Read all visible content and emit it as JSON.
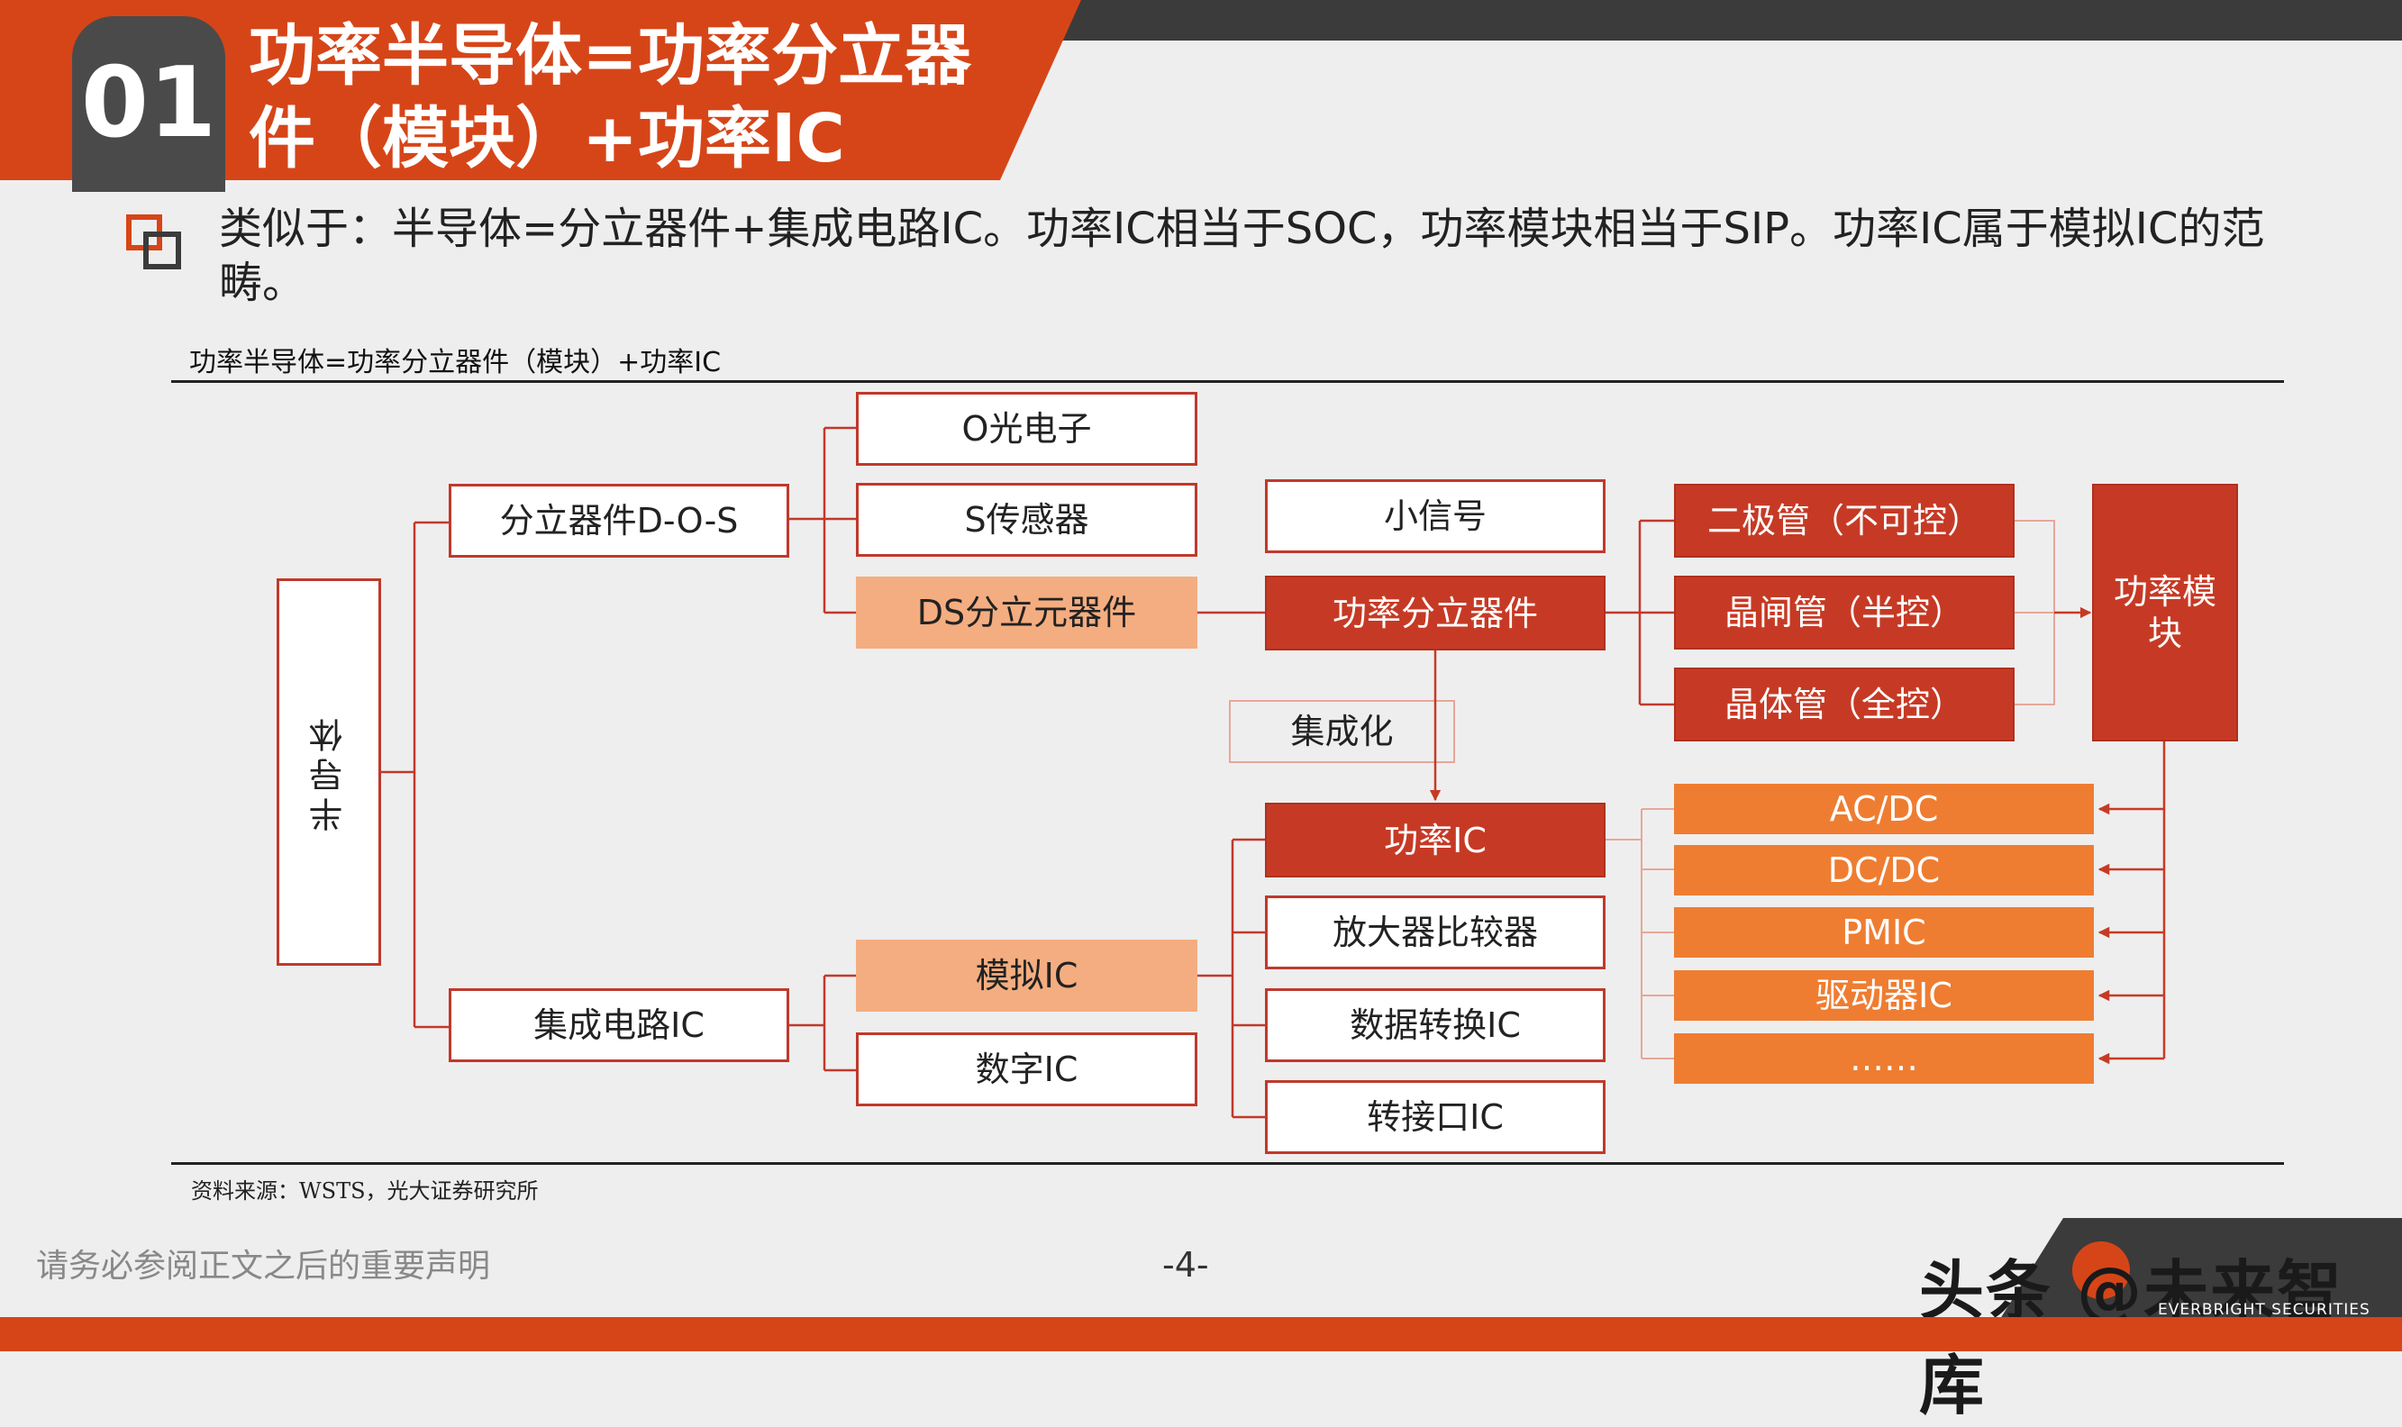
{
  "header": {
    "number": "01",
    "title_line1": "功率半导体=功率分立器",
    "title_line2": "件（模块）+功率IC"
  },
  "bullet": {
    "text": "类似于：半导体=分立器件+集成电路IC。功率IC相当于SOC，功率模块相当于SIP。功率IC属于模拟IC的范畴。"
  },
  "figure": {
    "caption": "功率半导体=功率分立器件（模块）+功率IC",
    "source": "资料来源：WSTS，光大证券研究所"
  },
  "diagram": {
    "root": "半导体",
    "discrete": "分立器件D-O-S",
    "ic": "集成电路IC",
    "optoelectronic": "O光电子",
    "sensor": "S传感器",
    "ds_discrete": "DS分立元器件",
    "small_signal": "小信号",
    "power_discrete": "功率分立器件",
    "integration": "集成化",
    "power_ic": "功率IC",
    "analog_ic": "模拟IC",
    "digital_ic": "数字IC",
    "amplifier": "放大器比较器",
    "data_converter": "数据转换IC",
    "interface_ic": "转接口IC",
    "diode": "二极管（不可控）",
    "thyristor": "晶闸管（半控）",
    "transistor": "晶体管（全控）",
    "power_module": "功率模块",
    "acdc": "AC/DC",
    "dcdc": "DC/DC",
    "pmic": "PMIC",
    "driver_ic": "驱动器IC",
    "more": "……"
  },
  "footer": {
    "disclaimer": "请务必参阅正文之后的重要声明",
    "page": "-4-",
    "watermark": "头条 @未来智库",
    "brand": "EVERBRIGHT SECURITIES"
  },
  "colors": {
    "header_red": "#d64518",
    "dark_red": "#c63a25",
    "orange": "#ee7d32",
    "light_orange": "#f4ad80",
    "dark_gray": "#3b3b3b"
  }
}
